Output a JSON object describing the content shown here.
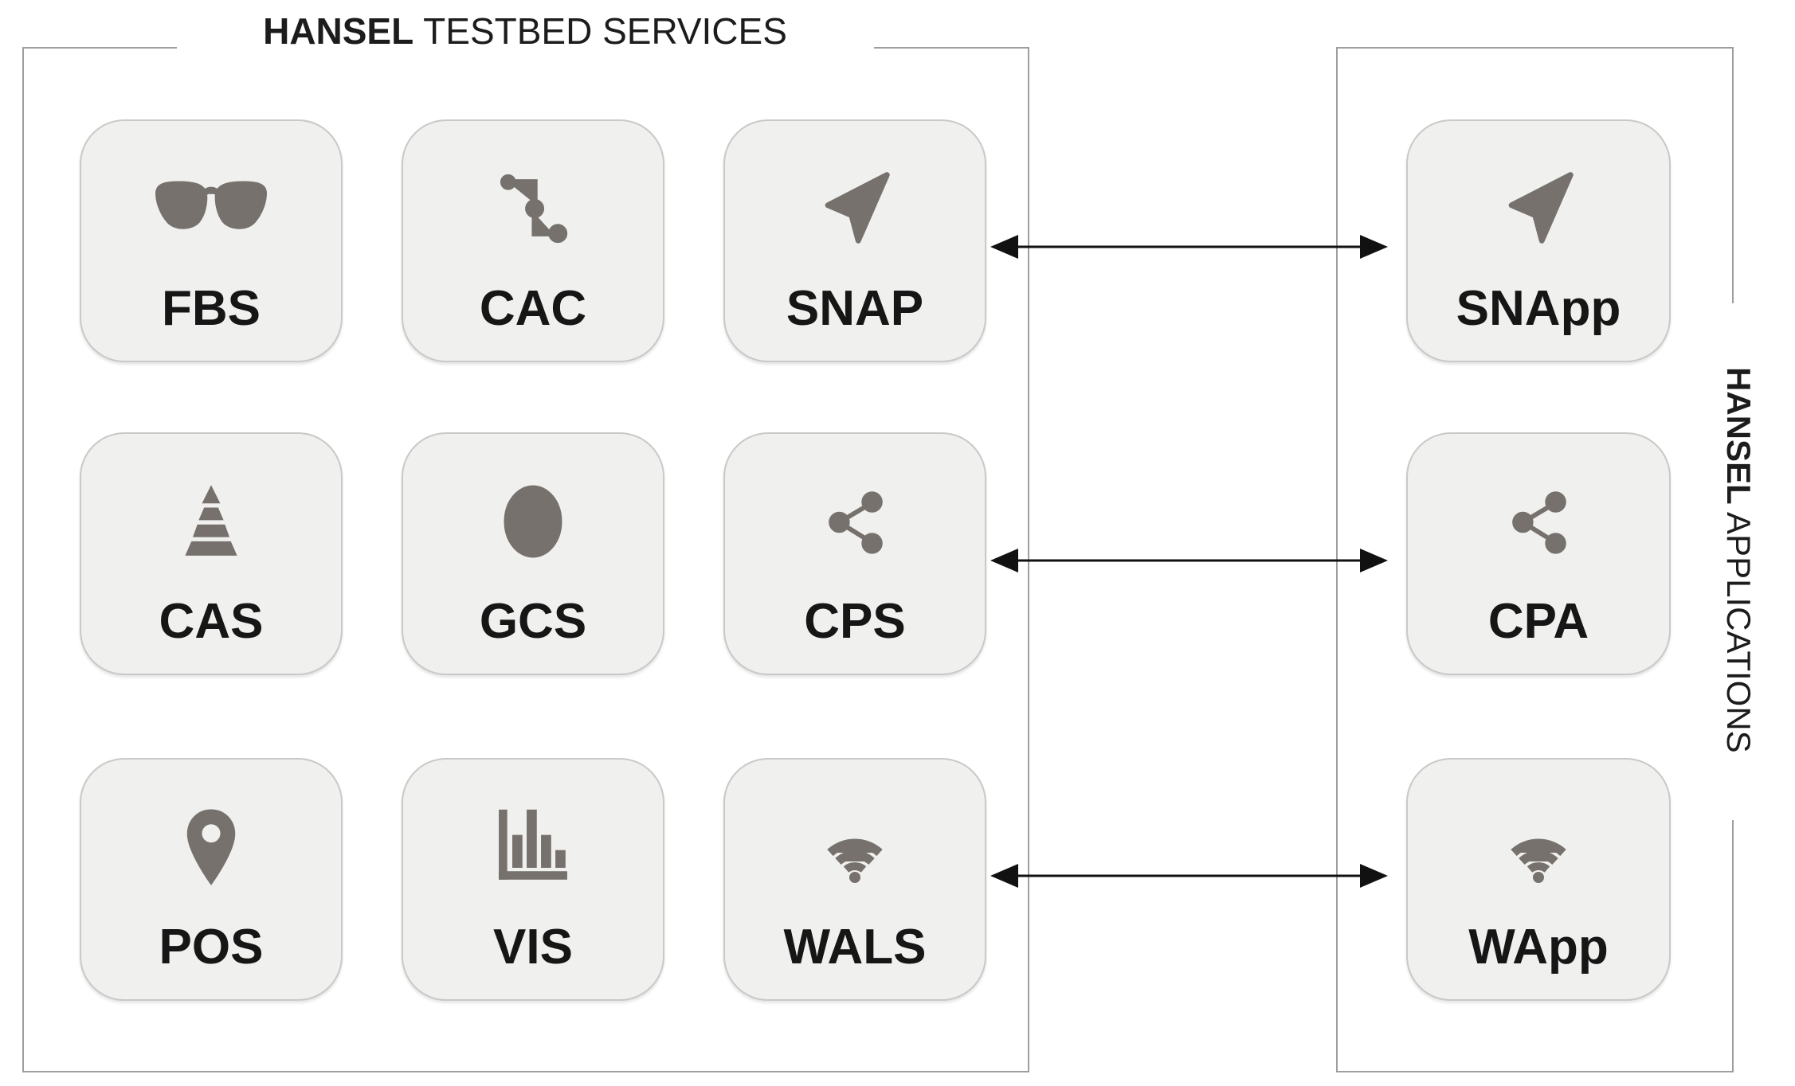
{
  "left_panel": {
    "title_bold": "HANSEL",
    "title_rest": " TESTBED SERVICES",
    "tiles": [
      {
        "label": "FBS",
        "icon": "glasses-icon"
      },
      {
        "label": "CAC",
        "icon": "commit-path-icon"
      },
      {
        "label": "SNAP",
        "icon": "send-icon"
      },
      {
        "label": "CAS",
        "icon": "pyramid-layers-icon"
      },
      {
        "label": "GCS",
        "icon": "globe-icon"
      },
      {
        "label": "CPS",
        "icon": "share-icon"
      },
      {
        "label": "POS",
        "icon": "map-pin-icon"
      },
      {
        "label": "VIS",
        "icon": "bar-chart-icon"
      },
      {
        "label": "WALS",
        "icon": "wifi-icon"
      }
    ]
  },
  "right_panel": {
    "title_bold": "HANSEL",
    "title_rest": " APPLICATIONS",
    "tiles": [
      {
        "label": "SNApp",
        "icon": "send-icon"
      },
      {
        "label": "CPA",
        "icon": "share-icon"
      },
      {
        "label": "WApp",
        "icon": "wifi-icon"
      }
    ]
  },
  "connections": [
    {
      "from": "SNAP",
      "to": "SNApp",
      "bidirectional": true
    },
    {
      "from": "CPS",
      "to": "CPA",
      "bidirectional": true
    },
    {
      "from": "WALS",
      "to": "WApp",
      "bidirectional": true
    }
  ],
  "colors": {
    "icon": "#76716d",
    "tile_fill": "#f0f0ee",
    "tile_border": "#c9c9c7",
    "panel_border": "#9e9e9e",
    "text": "#1a1a1a",
    "arrow": "#111111"
  }
}
